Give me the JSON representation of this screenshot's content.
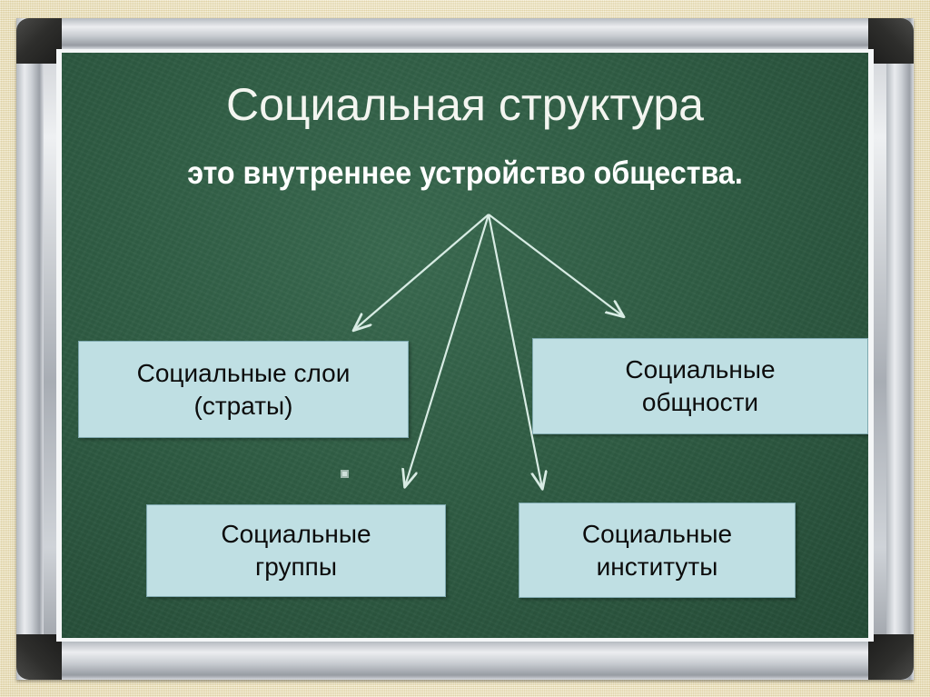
{
  "slide": {
    "title": "Социальная структура",
    "subtitle": "это внутреннее устройство общества.",
    "board_color": "#2f5c43",
    "box_fill_color": "#bfdfe3",
    "box_border_color": "#7fa9af",
    "frame_color": "#c7cbd0",
    "corner_color": "#2e2e2c",
    "backdrop_color": "#f2e8c4",
    "arrow_color": "#d8ece4",
    "title_color": "#f3f5f0"
  },
  "diagram": {
    "root_label": "Социальная структура",
    "root_definition": "это внутреннее устройство общества.",
    "branch_count": 4,
    "branches": [
      {
        "id": "strata",
        "label": "Социальные слои\n(страты)",
        "line1": "Социальные слои",
        "line2": "(страты)"
      },
      {
        "id": "obshnosti",
        "label": "Социальные\nобщности",
        "line1": "Социальные",
        "line2": "общности"
      },
      {
        "id": "gruppy",
        "label": "Социальные\nгруппы",
        "line1": "Социальные",
        "line2": "группы"
      },
      {
        "id": "instituty",
        "label": "Социальные\nинституты",
        "line1": "Социальные",
        "line2": "институты"
      }
    ]
  }
}
